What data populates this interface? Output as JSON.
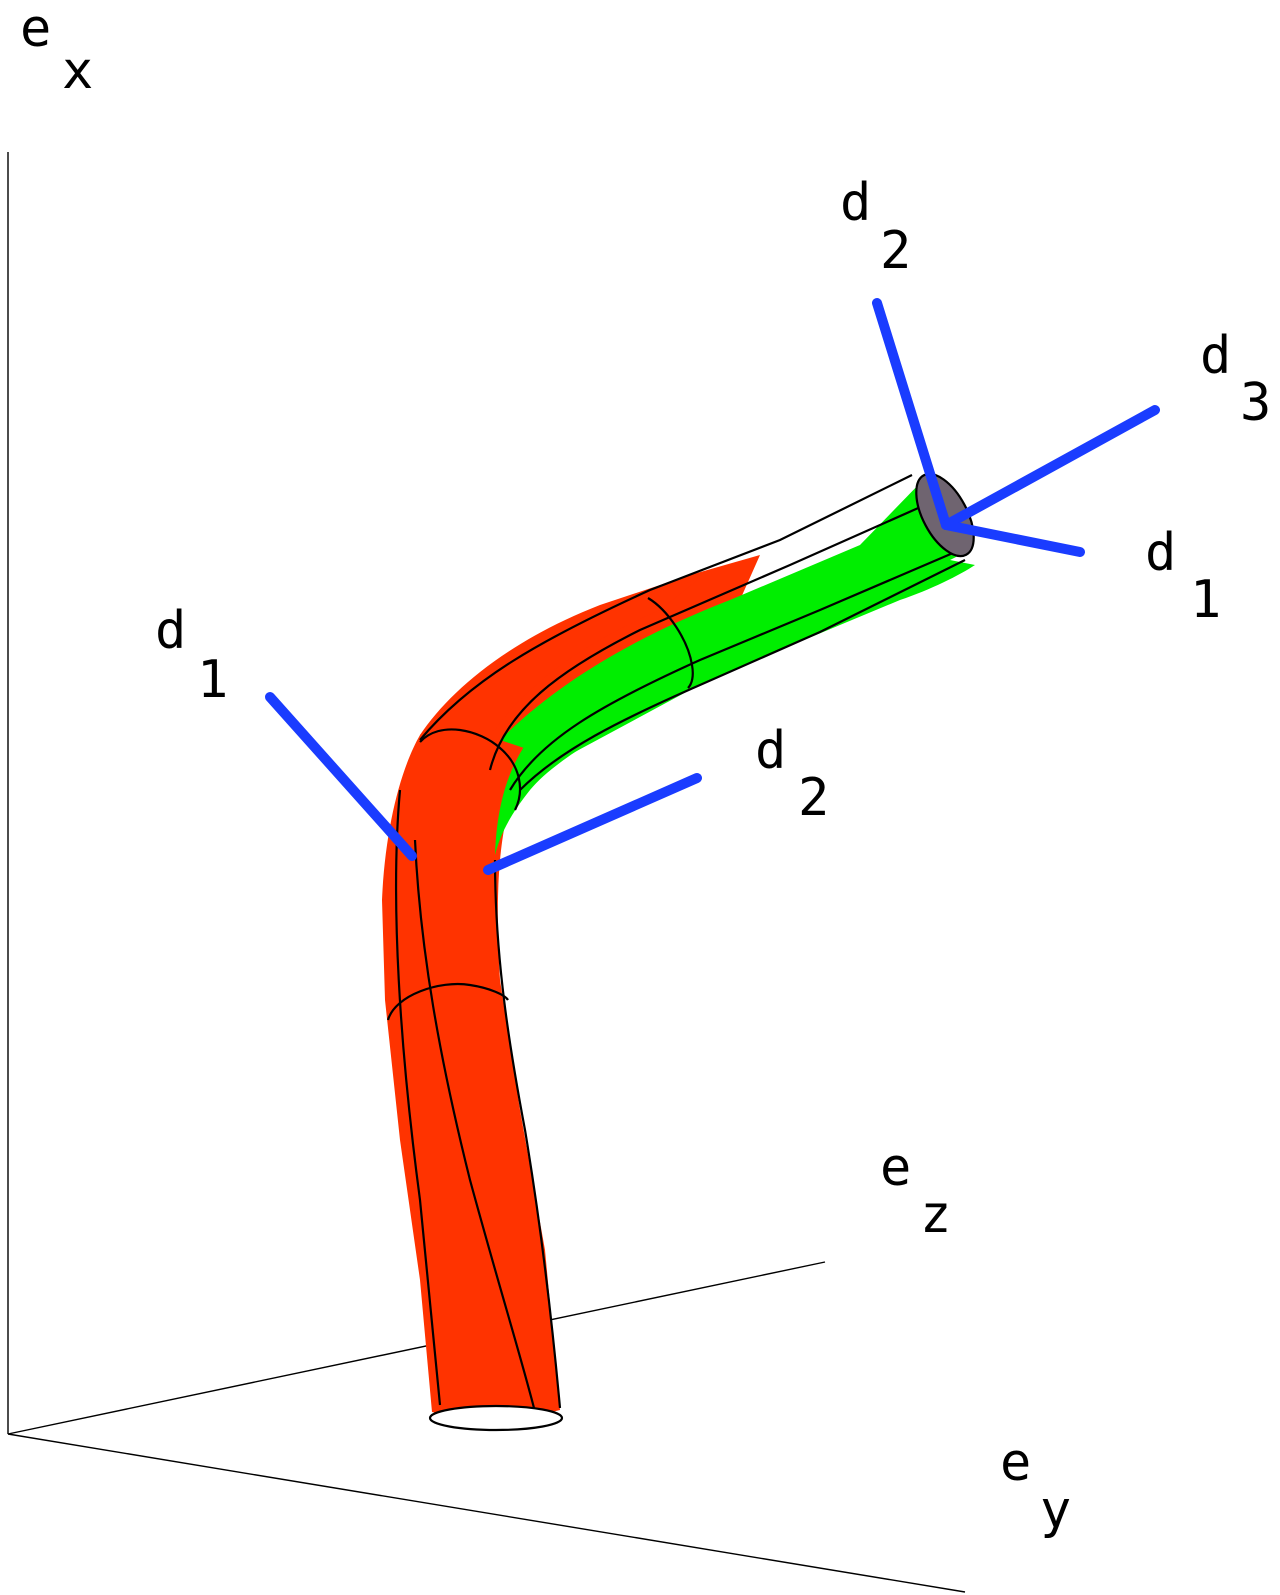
{
  "labels": {
    "ex": {
      "base": "e",
      "sub": "x"
    },
    "ey": {
      "base": "e",
      "sub": "y"
    },
    "ez": {
      "base": "e",
      "sub": "z"
    },
    "d1_left": {
      "base": "d",
      "sub": "1"
    },
    "d2_mid": {
      "base": "d",
      "sub": "2"
    },
    "d2_top": {
      "base": "d",
      "sub": "2"
    },
    "d3_top": {
      "base": "d",
      "sub": "3"
    },
    "d1_right": {
      "base": "d",
      "sub": "1"
    }
  },
  "colors": {
    "rod_red": "#ff3300",
    "rod_green": "#00ee00",
    "director_blue": "#1a3cff",
    "end_cap": "#6f6470",
    "axis": "#000000"
  }
}
